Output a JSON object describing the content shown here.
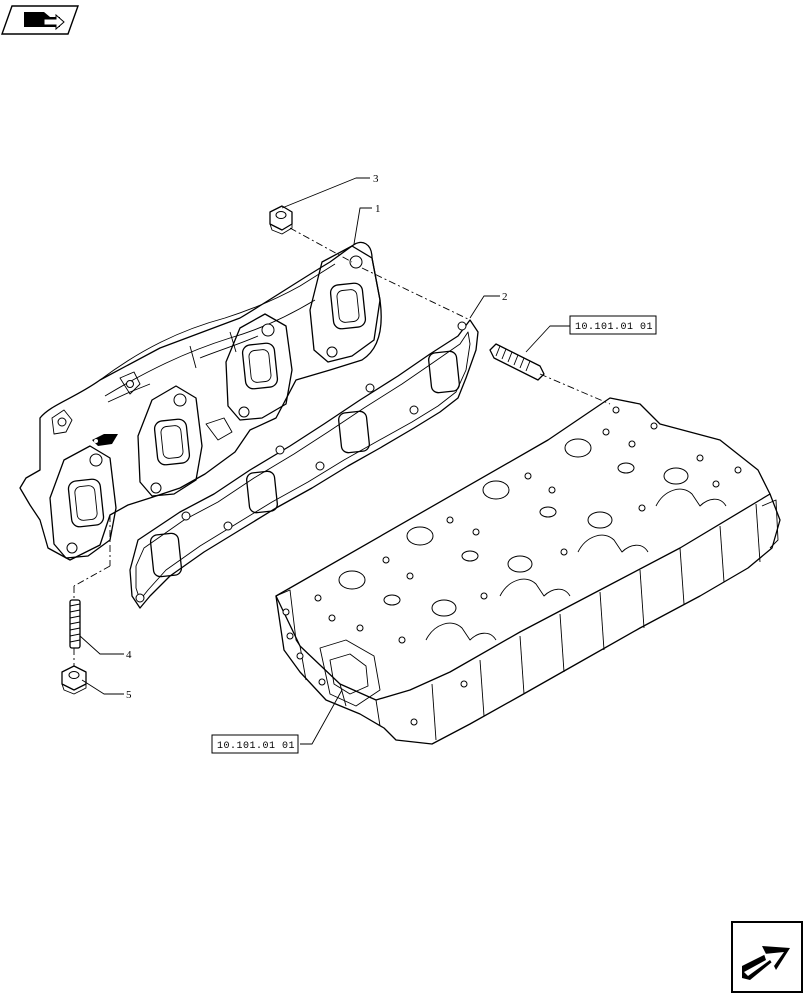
{
  "callouts": [
    {
      "id": "1",
      "label": "1"
    },
    {
      "id": "2",
      "label": "2"
    },
    {
      "id": "3",
      "label": "3"
    },
    {
      "id": "4",
      "label": "4"
    },
    {
      "id": "5",
      "label": "5"
    }
  ],
  "references": [
    {
      "id": "stud-ref",
      "label": "10.101.01 01"
    },
    {
      "id": "head-ref",
      "label": "10.101.01 01"
    }
  ],
  "icons": {
    "top_left": "previous-page-icon",
    "bottom_right": "next-page-arrow-icon"
  }
}
